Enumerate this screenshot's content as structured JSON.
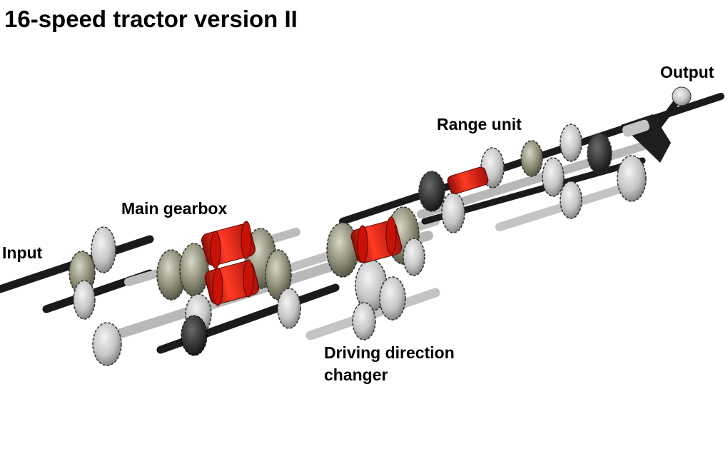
{
  "title": "16-speed tractor version II",
  "labels": {
    "input": "Input",
    "main_gearbox": "Main gearbox",
    "range_unit": "Range unit",
    "output": "Output",
    "driving_direction_line1": "Driving direction",
    "driving_direction_line2": "changer"
  },
  "colors": {
    "axle": "#1a1a1a",
    "gear": "#8a8a74",
    "gear_light": "#c8c8c8",
    "clutch": "#e01a0e",
    "dark_gear": "#202020"
  }
}
